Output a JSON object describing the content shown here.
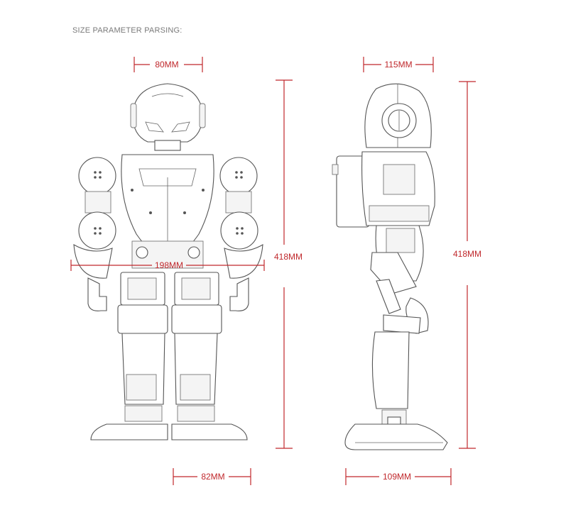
{
  "title": "SIZE PARAMETER PARSING:",
  "dimensions": {
    "front_head_width": "80MM",
    "front_shoulder_width": "198MM",
    "front_height": "418MM",
    "front_foot_width": "82MM",
    "side_head_depth": "115MM",
    "side_height": "418MM",
    "side_foot_length": "109MM"
  },
  "colors": {
    "dimension": "#c0282c",
    "outline": "#555555"
  }
}
